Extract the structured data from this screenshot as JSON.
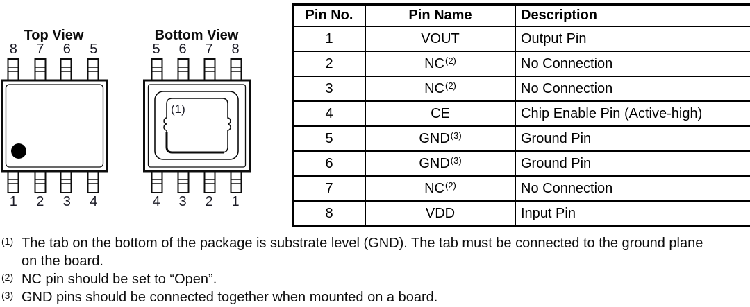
{
  "diagram": {
    "top_view": {
      "title": "Top View",
      "top_pins": [
        "8",
        "7",
        "6",
        "5"
      ],
      "bottom_pins": [
        "1",
        "2",
        "3",
        "4"
      ]
    },
    "bottom_view": {
      "title": "Bottom View",
      "top_pins": [
        "5",
        "6",
        "7",
        "8"
      ],
      "bottom_pins": [
        "4",
        "3",
        "2",
        "1"
      ],
      "tab_label": "(1)"
    },
    "line_color": "#0d0d0d"
  },
  "table": {
    "headers": [
      "Pin No.",
      "Pin Name",
      "Description"
    ],
    "rows": [
      {
        "no": "1",
        "name": "VOUT",
        "name_sup": "",
        "desc": "Output Pin"
      },
      {
        "no": "2",
        "name": "NC",
        "name_sup": "(2)",
        "desc": "No Connection"
      },
      {
        "no": "3",
        "name": "NC",
        "name_sup": "(2)",
        "desc": "No Connection"
      },
      {
        "no": "4",
        "name": "CE",
        "name_sup": "",
        "desc": "Chip Enable Pin (Active-high)"
      },
      {
        "no": "5",
        "name": "GND",
        "name_sup": "(3)",
        "desc": "Ground Pin"
      },
      {
        "no": "6",
        "name": "GND",
        "name_sup": "(3)",
        "desc": "Ground Pin"
      },
      {
        "no": "7",
        "name": "NC",
        "name_sup": "(2)",
        "desc": "No Connection"
      },
      {
        "no": "8",
        "name": "VDD",
        "name_sup": "",
        "desc": "Input Pin"
      }
    ]
  },
  "footnotes": [
    {
      "sup": "(1)",
      "lines": [
        "The tab on the bottom of the package is substrate level (GND). The tab must be connected to the ground plane",
        "on the board."
      ]
    },
    {
      "sup": "(2)",
      "lines": [
        "NC pin should be set to “Open”."
      ]
    },
    {
      "sup": "(3)",
      "lines": [
        "GND pins should be connected together when mounted on a board."
      ]
    }
  ]
}
